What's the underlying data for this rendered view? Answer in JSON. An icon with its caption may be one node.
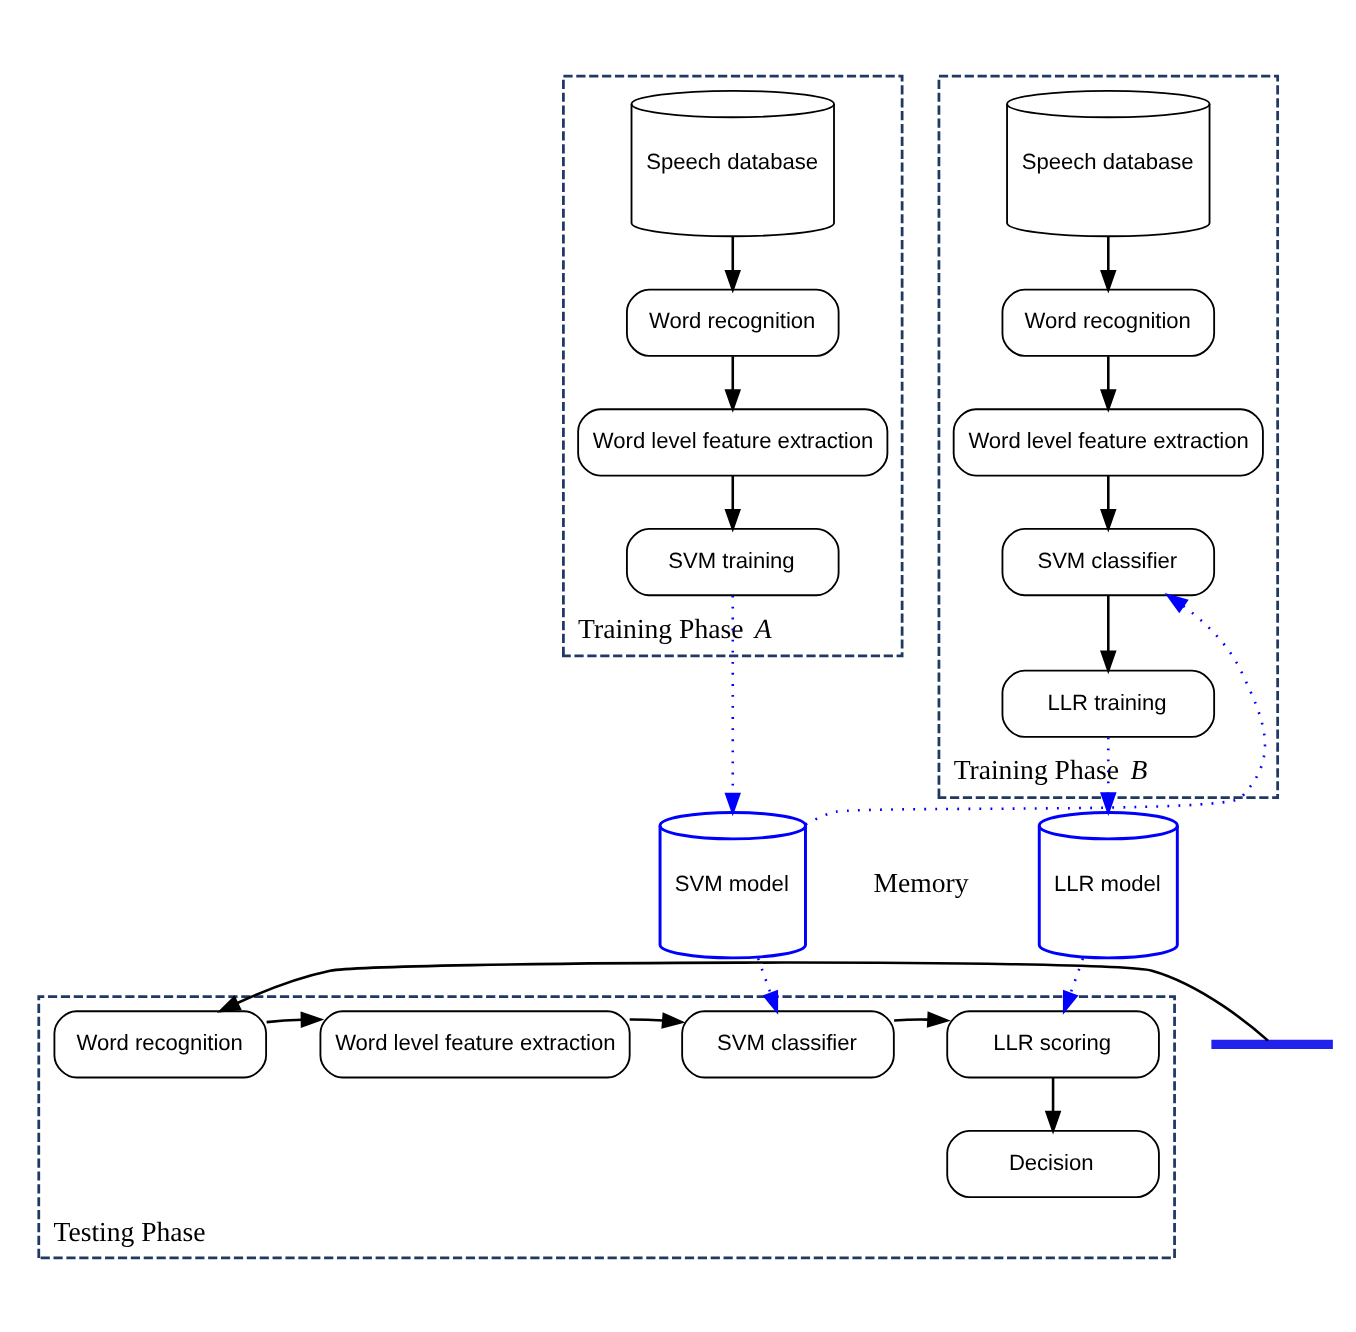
{
  "diagram": {
    "nodes": [
      {
        "text": [
          "Training Phase *A*"
        ]
      },
      {
        "text": [
          "Speech database"
        ],
        "in": 0
      },
      {
        "text": [
          "Word recognition"
        ],
        "in": 0
      },
      {
        "text": [
          "Word level feature extraction"
        ],
        "in": 0
      },
      {
        "text": [
          "SVM training"
        ],
        "in": 0
      },
      {
        "text": [
          "Training Phase *B*"
        ]
      },
      {
        "text": [
          "Speech database"
        ],
        "in": 5
      },
      {
        "text": [
          "Word recognition"
        ],
        "in": 5
      },
      {
        "text": [
          "Word level feature extraction"
        ],
        "in": 5
      },
      {
        "text": [
          "SVM classifier"
        ],
        "in": 5
      },
      {
        "text": [
          "LLR training"
        ],
        "in": 5
      },
      {
        "text": [
          "SVM model"
        ]
      },
      {
        "text": [
          "LLR model"
        ]
      },
      {
        "text": [
          "Testing Phase"
        ]
      },
      {
        "text": [],
        "shape": "bar"
      },
      {
        "text": [
          "Word recognition"
        ],
        "in": 13
      },
      {
        "text": [
          "Word level feature extraction"
        ],
        "in": 13
      },
      {
        "text": [
          "SVM classifier"
        ],
        "in": 13
      },
      {
        "text": [
          "LLR scoring"
        ],
        "in": 13
      },
      {
        "text": [
          "Decision"
        ],
        "in": 13
      }
    ],
    "edges": [
      {
        "from": 1,
        "to": 2,
        "arrow": "to"
      },
      {
        "from": 2,
        "to": 3,
        "arrow": "to"
      },
      {
        "from": 3,
        "to": 4,
        "arrow": "to"
      },
      {
        "from": 6,
        "to": 7,
        "arrow": "to"
      },
      {
        "from": 7,
        "to": 8,
        "arrow": "to"
      },
      {
        "from": 8,
        "to": 9,
        "arrow": "to"
      },
      {
        "from": 9,
        "to": 10,
        "arrow": "to"
      },
      {
        "from": 4,
        "to": 11,
        "arrow": "to",
        "style": "dashed",
        "color": "#0000ff"
      },
      {
        "from": 11,
        "to": 9,
        "arrow": "to",
        "style": "dashed",
        "color": "#0000ff"
      },
      {
        "from": 10,
        "to": 12,
        "arrow": "to",
        "style": "dashed",
        "color": "#0000ff"
      },
      {
        "from": 11,
        "to": 17,
        "arrow": "to",
        "style": "dashed",
        "color": "#0000ff"
      },
      {
        "from": 12,
        "to": 18,
        "arrow": "to",
        "style": "dashed",
        "color": "#0000ff"
      },
      {
        "from": 14,
        "to": 15,
        "arrow": "to"
      },
      {
        "from": 15,
        "to": 16,
        "arrow": "to"
      },
      {
        "from": 16,
        "to": 17,
        "arrow": "to"
      },
      {
        "from": 17,
        "to": 18,
        "arrow": "to"
      },
      {
        "from": 18,
        "to": 19,
        "arrow": "to"
      }
    ],
    "labels": [
      "Memory"
    ]
  }
}
